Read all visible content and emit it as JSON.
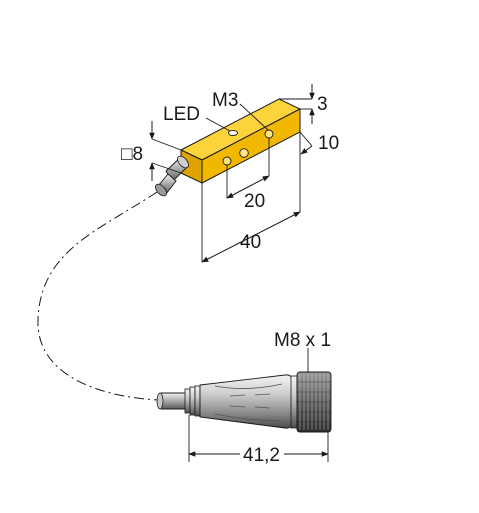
{
  "labels": {
    "led": "LED",
    "thread_top": "M3",
    "dim_3": "3",
    "dim_square": "□8",
    "dim_10": "10",
    "dim_20": "20",
    "dim_40": "40",
    "connector_thread": "M8 x 1",
    "dim_41_2": "41,2"
  },
  "colors": {
    "sensor_top": "#FBD33A",
    "sensor_front": "#F2B800",
    "sensor_side": "#E0A400",
    "metal_light": "#e6e6e6",
    "metal_mid": "#b5b5b5",
    "metal_dark": "#6e6e6e",
    "ink": "#1a1a1a"
  }
}
